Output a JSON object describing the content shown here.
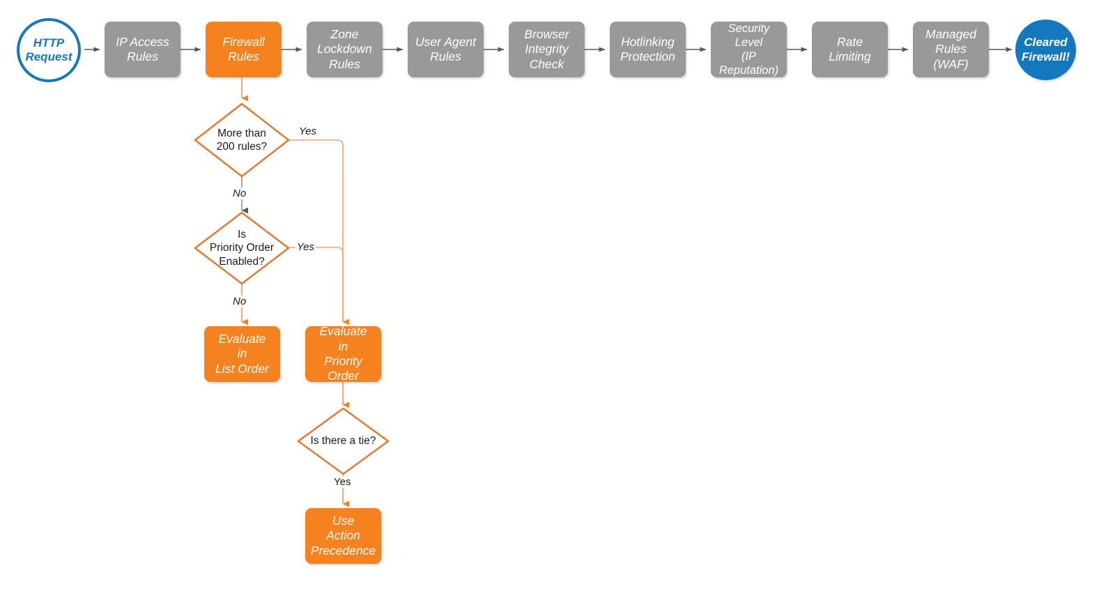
{
  "diagram": {
    "title": "Cloudflare Firewall Rules Evaluation Order",
    "background": "#ffffff",
    "colors": {
      "gray_node": "#999999",
      "orange_node": "#F5821F",
      "blue_node": "#1378BE",
      "gray_connector": "#59595B",
      "orange_connector": "#F5821F",
      "orange_connector_light": "#F9A06A",
      "text_dark": "#1a1a1a",
      "text_light": "#ffffff"
    }
  },
  "pipeline": {
    "start": {
      "line1": "HTTP",
      "line2": "Request"
    },
    "steps": [
      {
        "id": "ip-access-rules",
        "line1": "IP Access",
        "line2": "Rules",
        "line3": "",
        "color": "gray"
      },
      {
        "id": "firewall-rules",
        "line1": "Firewall",
        "line2": "Rules",
        "line3": "",
        "color": "orange"
      },
      {
        "id": "zone-lockdown-rules",
        "line1": "Zone",
        "line2": "Lockdown",
        "line3": "Rules",
        "color": "gray"
      },
      {
        "id": "user-agent-rules",
        "line1": "User Agent",
        "line2": "Rules",
        "line3": "",
        "color": "gray"
      },
      {
        "id": "browser-integrity",
        "line1": "Browser",
        "line2": "Integrity",
        "line3": "Check",
        "color": "gray"
      },
      {
        "id": "hotlinking-protection",
        "line1": "Hotlinking",
        "line2": "Protection",
        "line3": "",
        "color": "gray"
      },
      {
        "id": "security-level",
        "line1": "Security",
        "line2": "Level",
        "line3": "(IP Reputation)",
        "color": "gray"
      },
      {
        "id": "rate-limiting",
        "line1": "Rate",
        "line2": "Limiting",
        "line3": "",
        "color": "gray"
      },
      {
        "id": "managed-rules-waf",
        "line1": "Managed",
        "line2": "Rules",
        "line3": "(WAF)",
        "color": "gray"
      }
    ],
    "end": {
      "line1": "Cleared",
      "line2": "Firewall!"
    }
  },
  "branch": {
    "decisions": [
      {
        "id": "more-than-200-rules",
        "text": "More than\n200 rules?"
      },
      {
        "id": "priority-order-enabled",
        "text": "Is\nPriority Order\nEnabled?"
      },
      {
        "id": "is-there-a-tie",
        "text": "Is there a tie?"
      }
    ],
    "outcomes": [
      {
        "id": "evaluate-list-order",
        "line1": "Evaluate",
        "line2": "in",
        "line3": "List Order"
      },
      {
        "id": "evaluate-priority-order",
        "line1": "Evaluate",
        "line2": "in",
        "line3": "Priority Order"
      },
      {
        "id": "use-action-precedence",
        "line1": "Use",
        "line2": "Action",
        "line3": "Precedence"
      }
    ],
    "labels": {
      "yes_200": "Yes",
      "no_200": "No",
      "yes_priority": "Yes",
      "no_priority": "No",
      "yes_tie": "Yes"
    }
  }
}
